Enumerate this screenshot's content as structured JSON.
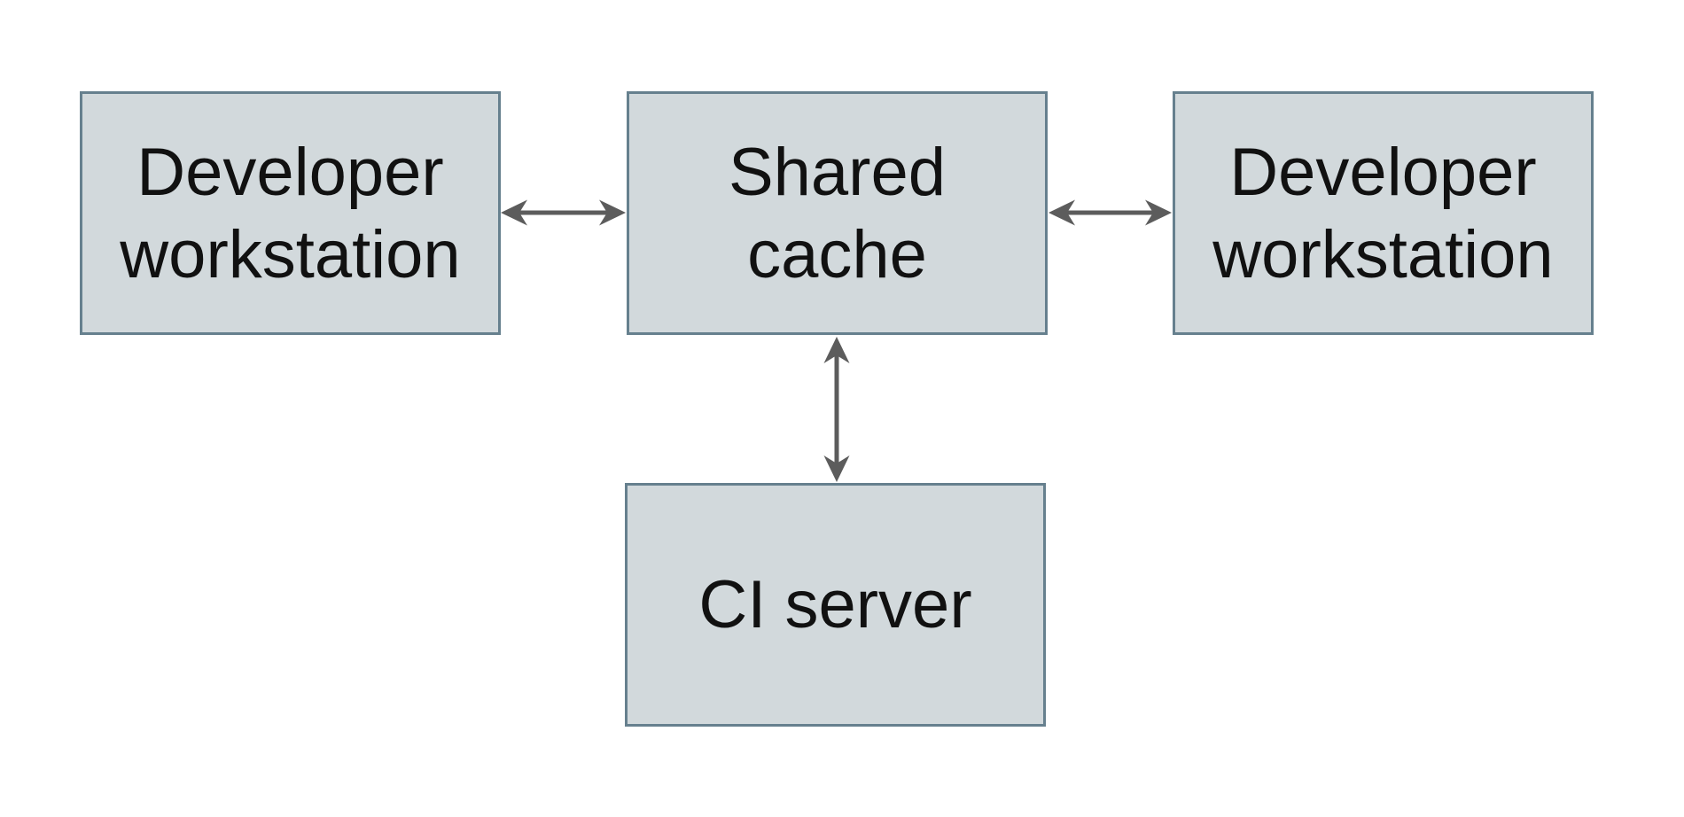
{
  "diagram": {
    "type": "architecture-diagram",
    "nodes": [
      {
        "id": "developer-workstation-left",
        "label": "Developer\nworkstation"
      },
      {
        "id": "shared-cache",
        "label": "Shared\ncache"
      },
      {
        "id": "developer-workstation-right",
        "label": "Developer\nworkstation"
      },
      {
        "id": "ci-server",
        "label": "CI server"
      }
    ],
    "edges": [
      {
        "from": "developer-workstation-left",
        "to": "shared-cache",
        "direction": "bidirectional",
        "orientation": "horizontal"
      },
      {
        "from": "shared-cache",
        "to": "developer-workstation-right",
        "direction": "bidirectional",
        "orientation": "horizontal"
      },
      {
        "from": "shared-cache",
        "to": "ci-server",
        "direction": "bidirectional",
        "orientation": "vertical"
      }
    ]
  },
  "colors": {
    "box_fill": "#d2d9dc",
    "box_border": "#66808e",
    "arrow": "#5c5c5c",
    "text": "#111111",
    "background": "#ffffff"
  }
}
